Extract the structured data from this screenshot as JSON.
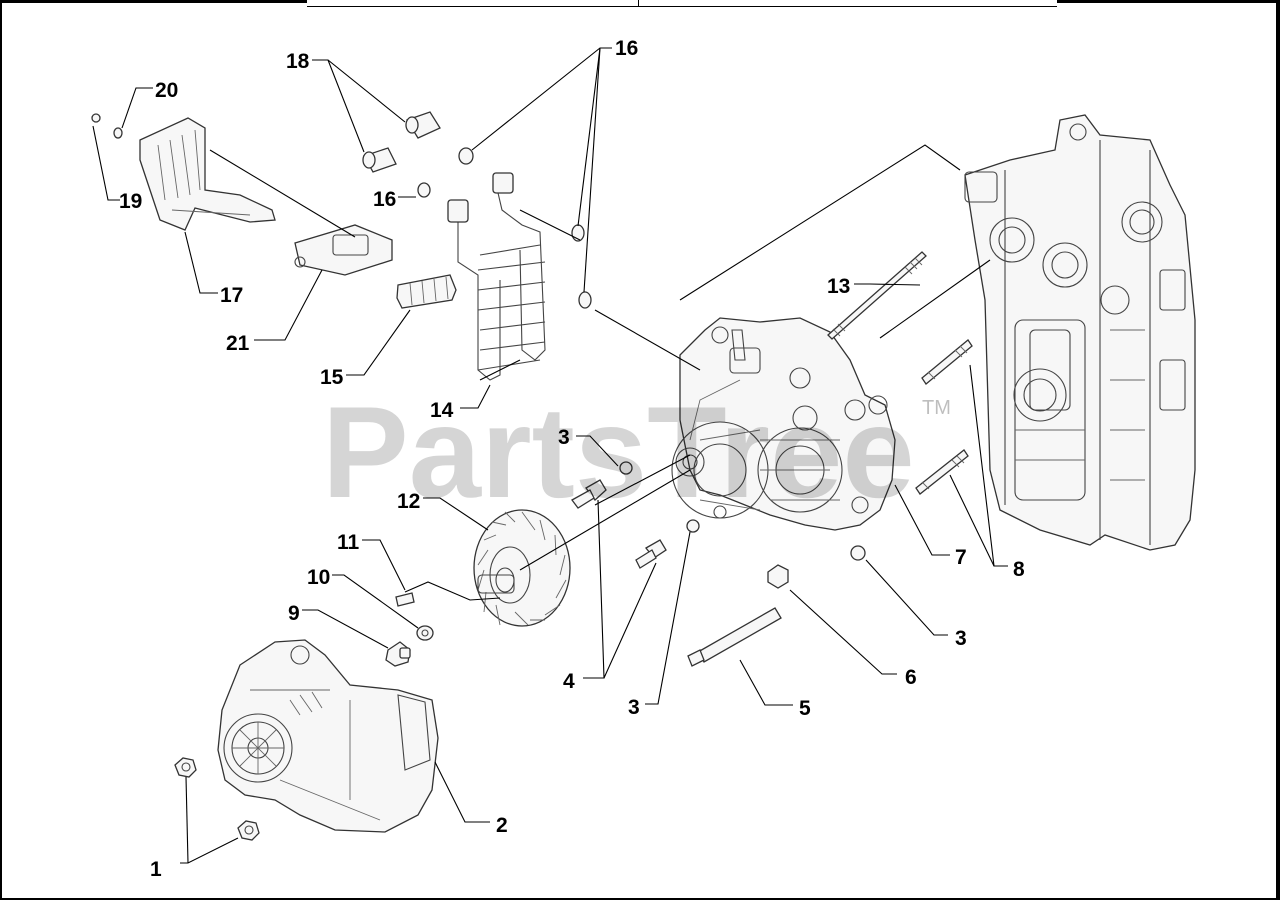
{
  "watermark": {
    "brand": "PartsTree",
    "trademark": "TM"
  },
  "callouts": [
    {
      "id": "c1",
      "label": "1"
    },
    {
      "id": "c2",
      "label": "2"
    },
    {
      "id": "c3a",
      "label": "3"
    },
    {
      "id": "c3b",
      "label": "3"
    },
    {
      "id": "c3c",
      "label": "3"
    },
    {
      "id": "c4",
      "label": "4"
    },
    {
      "id": "c5",
      "label": "5"
    },
    {
      "id": "c6",
      "label": "6"
    },
    {
      "id": "c7",
      "label": "7"
    },
    {
      "id": "c8",
      "label": "8"
    },
    {
      "id": "c9",
      "label": "9"
    },
    {
      "id": "c10",
      "label": "10"
    },
    {
      "id": "c11",
      "label": "11"
    },
    {
      "id": "c12",
      "label": "12"
    },
    {
      "id": "c13",
      "label": "13"
    },
    {
      "id": "c14",
      "label": "14"
    },
    {
      "id": "c15",
      "label": "15"
    },
    {
      "id": "c16a",
      "label": "16"
    },
    {
      "id": "c16b",
      "label": "16"
    },
    {
      "id": "c17",
      "label": "17"
    },
    {
      "id": "c18",
      "label": "18"
    },
    {
      "id": "c19",
      "label": "19"
    },
    {
      "id": "c20",
      "label": "20"
    },
    {
      "id": "c21",
      "label": "21"
    }
  ]
}
